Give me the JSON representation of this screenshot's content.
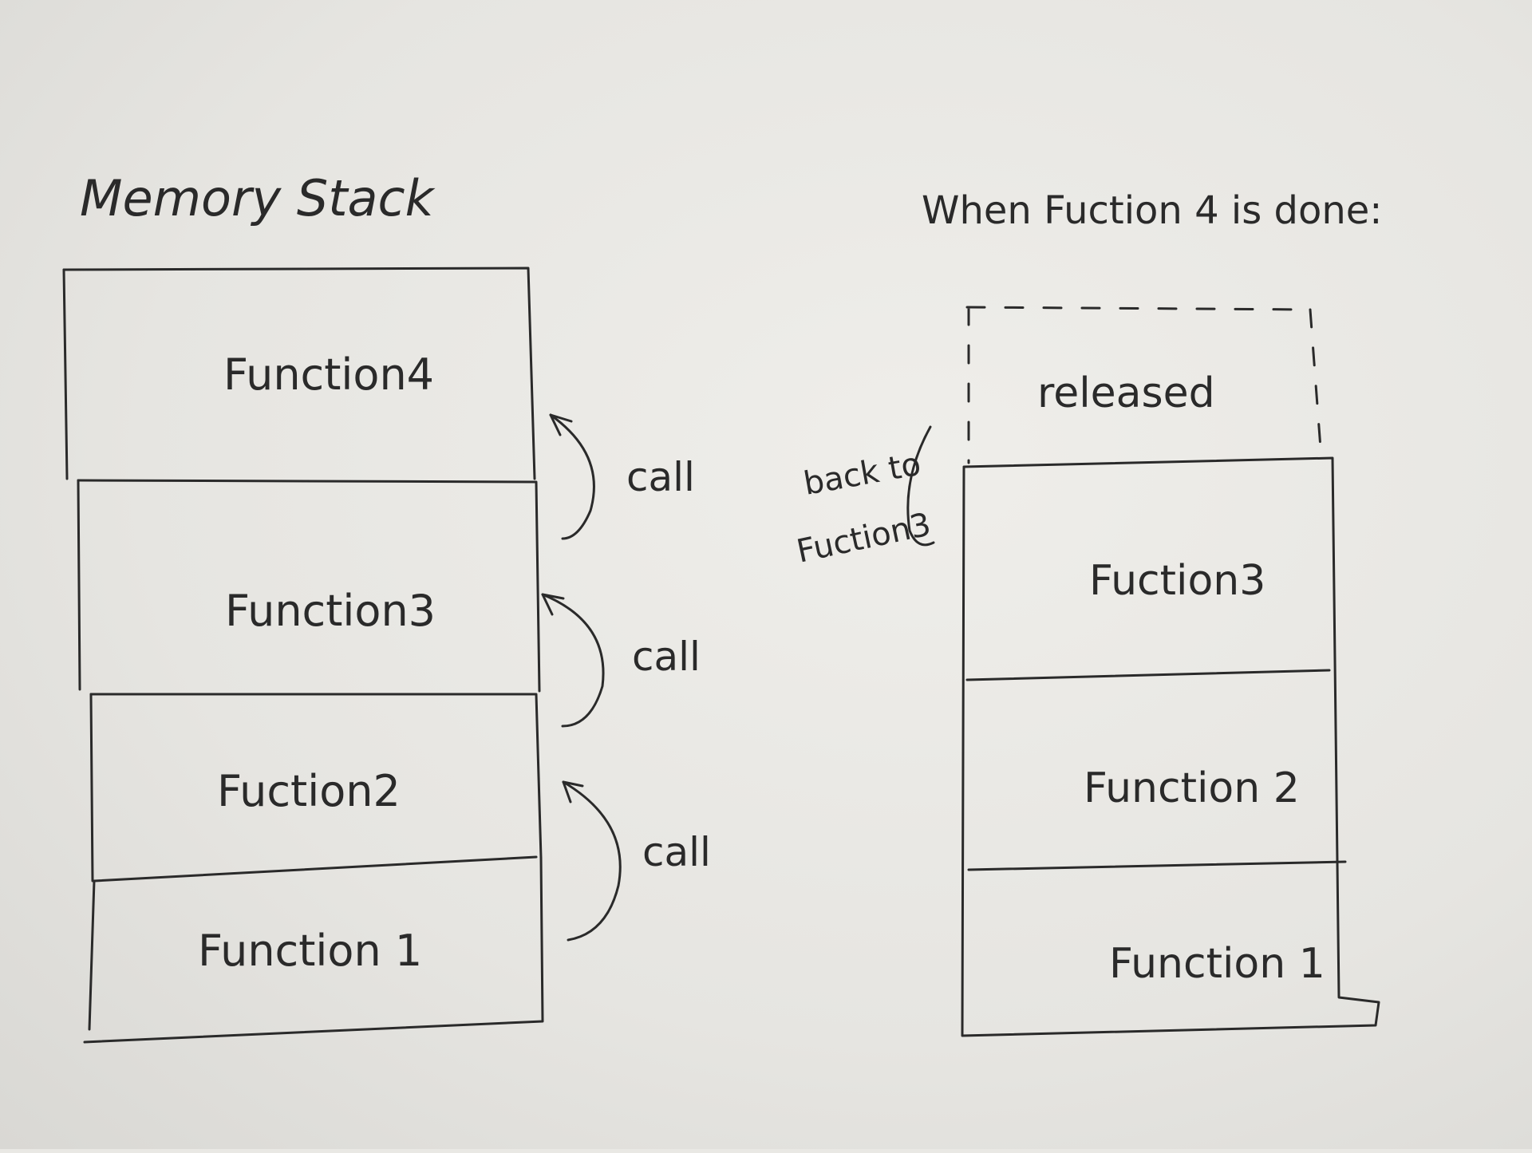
{
  "left": {
    "title": "Memory Stack",
    "frames": [
      "Function4",
      "Function3",
      "Fuction2",
      "Function 1"
    ],
    "calls": [
      "call",
      "call",
      "call"
    ]
  },
  "right": {
    "title": "When Fuction 4 is done:",
    "released": "released",
    "back_label_1": "back to",
    "back_label_2": "Fuction3",
    "frames": [
      "Fuction3",
      "Function 2",
      "Function 1"
    ]
  }
}
